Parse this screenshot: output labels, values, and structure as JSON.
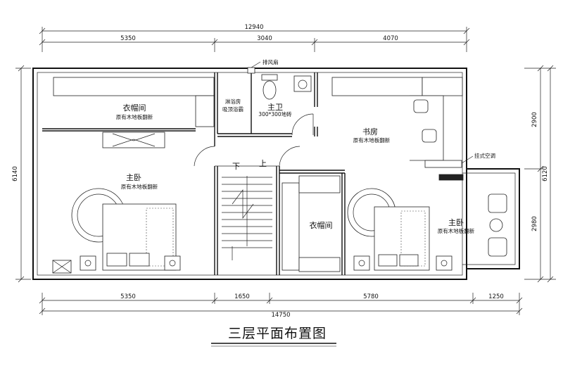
{
  "title": "三层平面布置图",
  "colors": {
    "line": "#111111",
    "background": "#ffffff"
  },
  "dimensions": {
    "top_total": "12940",
    "top_segments": [
      "5350",
      "3040",
      "4070"
    ],
    "bottom_total": "14750",
    "bottom_segments": [
      "5350",
      "1650",
      "5780",
      "1250"
    ],
    "left_total": "6140",
    "right_total": "6120",
    "right_segments": [
      "2900",
      "2980"
    ]
  },
  "rooms": {
    "wardrobe_top_left": {
      "name": "衣帽间",
      "note": "原有木地板翻新"
    },
    "master_left": {
      "name": "主卧",
      "note": "原有木地板翻新"
    },
    "shower": {
      "name": "淋浴房",
      "note": "吸顶浴霸"
    },
    "master_bath": {
      "name": "主卫",
      "note": "300*300地砖"
    },
    "study": {
      "name": "书房",
      "note": "原有木地板翻新"
    },
    "wardrobe_center": {
      "name": "衣帽间"
    },
    "master_right": {
      "name": "主卧",
      "note": "原有木地板翻新"
    }
  },
  "stairs": {
    "down": "下",
    "up": "上"
  },
  "annotations": {
    "exhaust_fan": "排风扇",
    "ac": "挂式空调"
  }
}
